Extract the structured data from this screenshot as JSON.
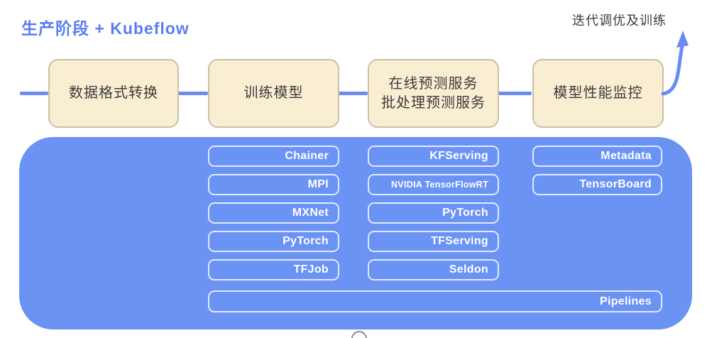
{
  "title": "生产阶段 + Kubeflow",
  "feedback_arrow": {
    "label": "迭代调优及训练"
  },
  "flow": {
    "boxes": [
      {
        "lines": [
          "数据格式转换"
        ]
      },
      {
        "lines": [
          "训练模型"
        ]
      },
      {
        "lines": [
          "在线预测服务",
          "批处理预测服务"
        ]
      },
      {
        "lines": [
          "模型性能监控"
        ]
      }
    ]
  },
  "panel": {
    "columns": [
      {
        "buttons": [
          "Chainer",
          "MPI",
          "MXNet",
          "PyTorch",
          "TFJob"
        ]
      },
      {
        "buttons": [
          "KFServing",
          "NVIDIA TensorFlowRT",
          "PyTorch",
          "TFServing",
          "Seldon"
        ]
      },
      {
        "buttons": [
          "Metadata",
          "TensorBoard"
        ]
      }
    ],
    "pipelines": "Pipelines"
  },
  "colors": {
    "title_blue": "#5c7cf3",
    "connector_blue": "#6a8cf0",
    "panel_blue": "#6b93f4",
    "box_fill": "#faeed2",
    "box_border": "#c9c0a8",
    "chip_text": "#ffffff",
    "label_text": "#3d3d3d"
  }
}
